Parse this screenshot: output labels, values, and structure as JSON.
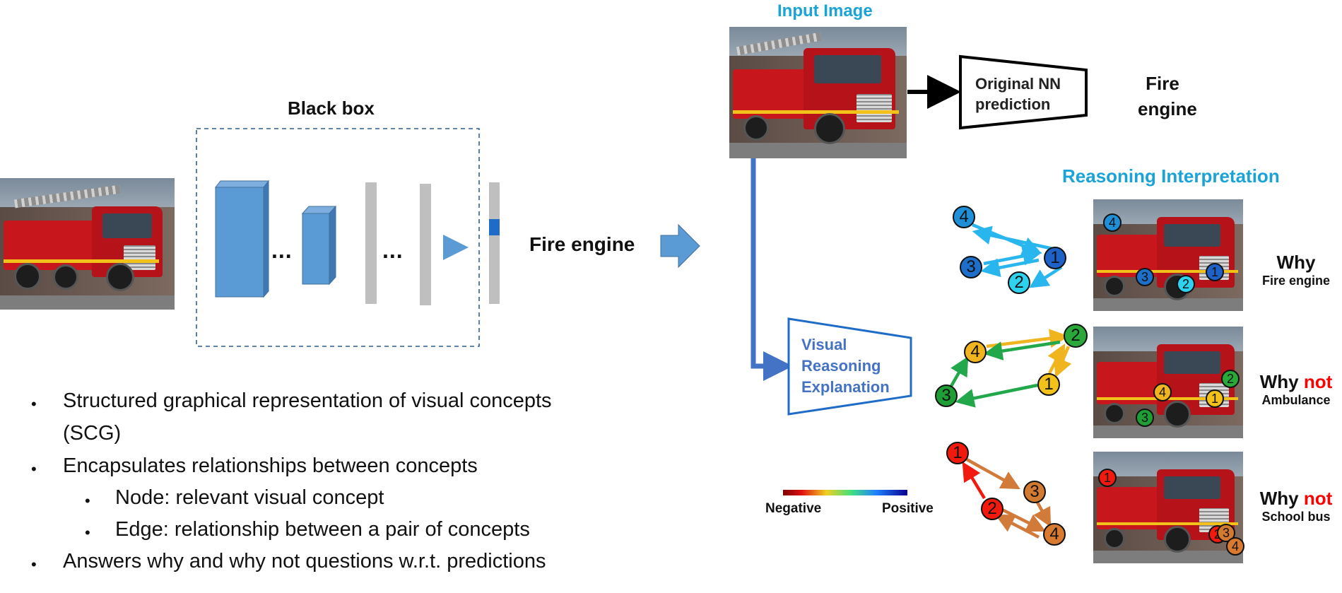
{
  "black_box": {
    "title": "Black box"
  },
  "left_output": {
    "label": "Fire engine"
  },
  "ellipsis": [
    "...",
    "..."
  ],
  "input_image": {
    "title": "Input Image"
  },
  "original_nn": {
    "label_line1": "Original NN",
    "label_line2": "prediction"
  },
  "prediction": {
    "line1": "Fire",
    "line2": "engine"
  },
  "reasoning": {
    "title": "Reasoning Interpretation"
  },
  "vre": {
    "line1": "Visual",
    "line2": "Reasoning",
    "line3": "Explanation"
  },
  "legend": {
    "negative": "Negative",
    "positive": "Positive"
  },
  "why_rows": [
    {
      "word": "Why",
      "not": "",
      "target": "Fire engine"
    },
    {
      "word": "Why",
      "not": "not",
      "target": "Ambulance"
    },
    {
      "word": "Why",
      "not": "not",
      "target": "School bus"
    }
  ],
  "graphs": [
    {
      "nodes": [
        "4",
        "1",
        "3",
        "2"
      ],
      "node_colors": [
        "#1f8fd8",
        "#1e62c8",
        "#1e6fc9",
        "#2ed1ee"
      ]
    },
    {
      "nodes": [
        "4",
        "2",
        "3",
        "1"
      ],
      "node_colors": [
        "#f0b51e",
        "#2aa83a",
        "#1e9e34",
        "#f2c21b"
      ]
    },
    {
      "nodes": [
        "1",
        "3",
        "2",
        "4"
      ],
      "node_colors": [
        "#f21a0e",
        "#d27a2f",
        "#f21a0e",
        "#d87a30"
      ]
    }
  ],
  "bullets": [
    "Structured graphical representation of visual concepts",
    "(SCG)",
    "Encapsulates relationships between concepts",
    "Node: relevant visual concept",
    "Edge: relationship between a pair of concepts",
    "Answers why and why not questions w.r.t. predictions"
  ],
  "colors": {
    "accent_blue": "#1aa3d6",
    "box_blue": "#1f6cc8",
    "layer_blue": "#5b9bd5",
    "not_red": "#ff0000"
  }
}
